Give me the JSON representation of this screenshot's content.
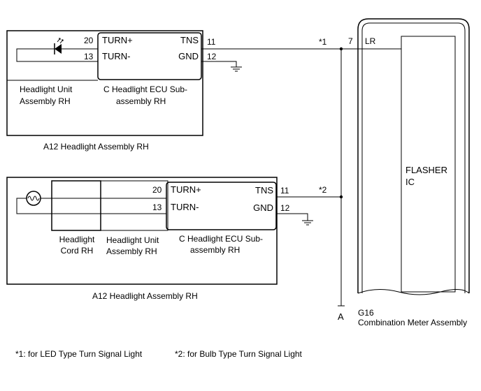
{
  "top_assembly": {
    "pins": {
      "p20": "20",
      "p13": "13",
      "p11": "11",
      "p12": "12"
    },
    "ecu_labels": {
      "turn_plus": "TURN+",
      "turn_minus": "TURN-",
      "tns": "TNS",
      "gnd": "GND"
    },
    "unit_label": [
      "Headlight Unit",
      "Assembly RH"
    ],
    "ecu_label_line1": "C  Headlight ECU Sub-",
    "ecu_label_line2": "assembly RH",
    "caption": "A12  Headlight Assembly RH",
    "note_marker": "*1"
  },
  "bottom_assembly": {
    "pins": {
      "p20": "20",
      "p13": "13",
      "p11": "11",
      "p12": "12"
    },
    "ecu_labels": {
      "turn_plus": "TURN+",
      "turn_minus": "TURN-",
      "tns": "TNS",
      "gnd": "GND"
    },
    "cord_label": [
      "Headlight",
      "Cord RH"
    ],
    "unit_label": [
      "Headlight Unit",
      "Assembly RH"
    ],
    "ecu_label_line1": "C  Headlight ECU Sub-",
    "ecu_label_line2": "assembly RH",
    "caption": "A12  Headlight Assembly RH",
    "note_marker": "*2"
  },
  "meter": {
    "pin": "7",
    "signal": "LR",
    "ic_label": [
      "FLASHER",
      "IC"
    ],
    "code": "G16",
    "name": "Combination Meter Assembly"
  },
  "junction_label": "A",
  "footnotes": {
    "note1": "*1: for LED Type Turn Signal Light",
    "note2": "*2: for Bulb Type Turn Signal Light"
  }
}
